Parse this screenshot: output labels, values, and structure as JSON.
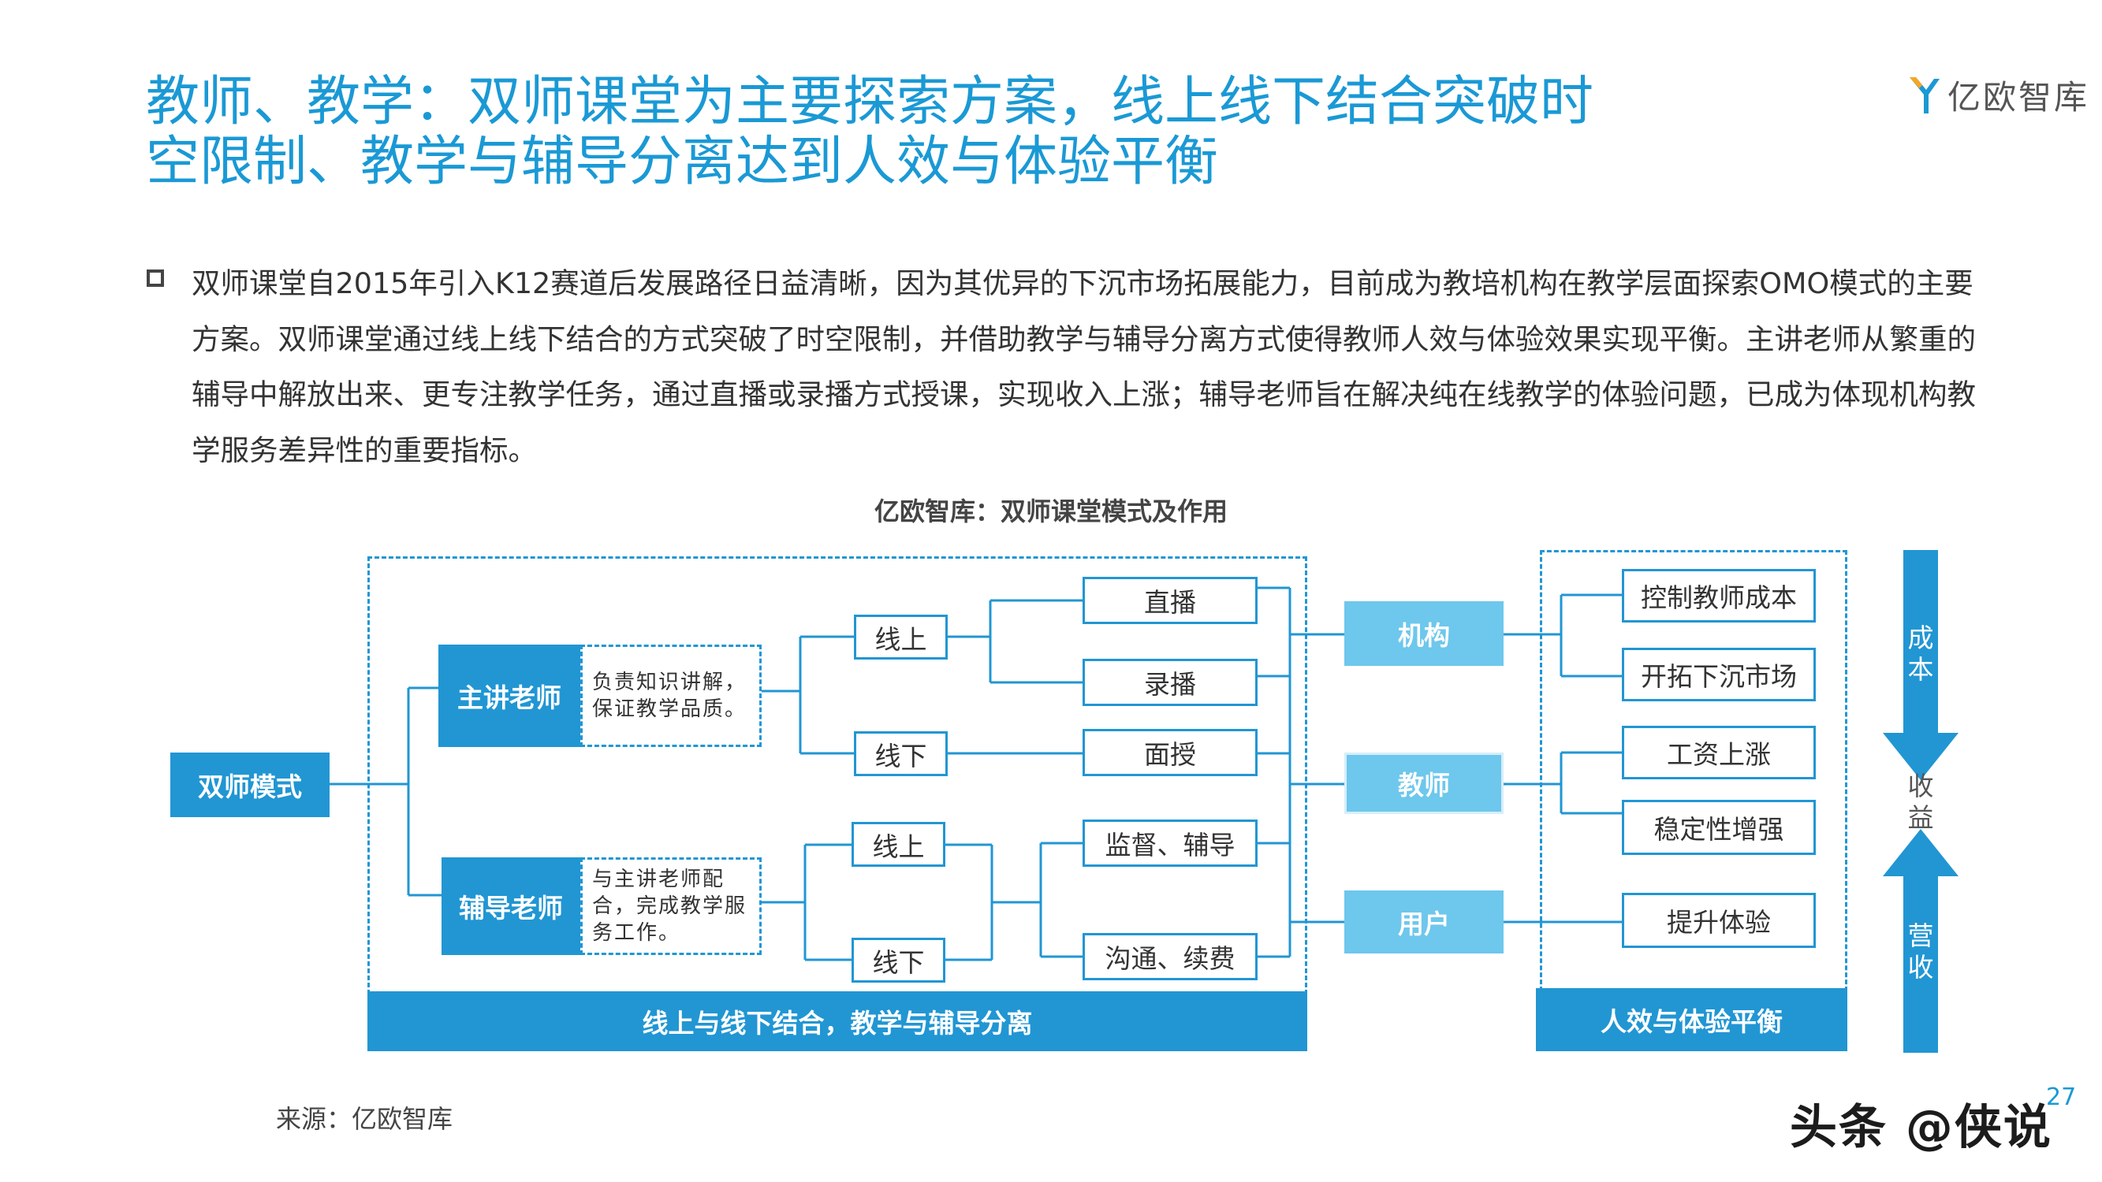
{
  "header": {
    "title_line1": "教师、教学：双师课堂为主要探索方案，线上线下结合突破时",
    "title_line2": "空限制、教学与辅导分离达到人效与体验平衡",
    "logo_text": "亿欧智库"
  },
  "body": {
    "paragraph": "双师课堂自2015年引入K12赛道后发展路径日益清晰，因为其优异的下沉市场拓展能力，目前成为教培机构在教学层面探索OMO模式的主要方案。双师课堂通过线上线下结合的方式突破了时空限制，并借助教学与辅导分离方式使得教师人效与体验效果实现平衡。主讲老师从繁重的辅导中解放出来、更专注教学任务，通过直播或录播方式授课，实现收入上涨；辅导老师旨在解决纯在线教学的体验问题，已成为体现机构教学服务差异性的重要指标。"
  },
  "diagram": {
    "title": "亿欧智库：双师课堂模式及作用",
    "root": "双师模式",
    "main_teacher": "主讲老师",
    "main_teacher_desc": "负责知识讲解，保证教学品质。",
    "tutor": "辅导老师",
    "tutor_desc": "与主讲老师配合，完成教学服务工作。",
    "online": "线上",
    "offline": "线下",
    "live": "直播",
    "recorded": "录播",
    "face_to_face": "面授",
    "supervise": "监督、辅导",
    "communicate": "沟通、续费",
    "institution": "机构",
    "teacher": "教师",
    "user": "用户",
    "control_cost": "控制教师成本",
    "expand_market": "开拓下沉市场",
    "salary_up": "工资上涨",
    "stability": "稳定性增强",
    "improve_exp": "提升体验",
    "left_band": "线上与线下结合，教学与辅导分离",
    "right_band": "人效与体验平衡",
    "cost": "成本",
    "profit": "收益",
    "revenue": "营收",
    "colors": {
      "primary": "#2196d3",
      "light": "#6ec7ec",
      "title": "#1a99d5"
    }
  },
  "footer": {
    "source": "来源：亿欧智库",
    "page_number": "27",
    "watermark": "头条 @侠说"
  }
}
